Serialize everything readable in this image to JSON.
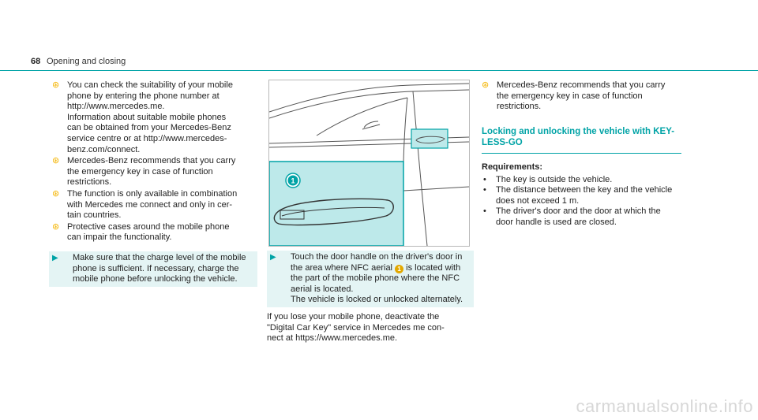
{
  "header": {
    "page_number": "68",
    "section": "Opening and closing"
  },
  "left_column": {
    "notes": [
      "You can check the suitability of your mobile\nphone by entering the phone number at\nhttp://www.mercedes.me.\nInformation about suitable mobile phones\ncan be obtained from your Mercedes-Benz\nservice centre or at http://www.mercedes-\nbenz.com/connect.",
      "Mercedes-Benz recommends that you carry\nthe emergency key in case of function\nrestrictions.",
      "The function is only available in combination\nwith Mercedes me connect and only in cer-\ntain countries.",
      "Protective cases around the mobile phone\ncan impair the functionality."
    ],
    "action": "Make sure that the charge level of the mobile\nphone is sufficient. If necessary, charge the\nmobile phone before unlocking the vehicle."
  },
  "figure": {
    "callout": "1",
    "colors": {
      "highlight": "#bde9ea",
      "frame": "#00a3a6",
      "line": "#555555"
    }
  },
  "middle_column": {
    "action_pre": "Touch the door handle on the driver's door in\nthe area where NFC aerial ",
    "callout": "1",
    "action_post": " is located with\nthe part of the mobile phone where the NFC\naerial is located.\nThe vehicle is locked or unlocked alternately.",
    "paragraph": "If you lose your mobile phone, deactivate the\n\"Digital Car Key\" service in Mercedes me con-\nnect at https://www.mercedes.me."
  },
  "right_column": {
    "note": "Mercedes-Benz recommends that you carry\nthe emergency key in case of function\nrestrictions.",
    "section_title": "Locking and unlocking the vehicle with KEY-\nLESS-GO",
    "requirements_title": "Requirements:",
    "requirements": [
      "The key is outside the vehicle.",
      "The distance between the key and the vehicle\ndoes not exceed 1 m.",
      "The driver's door and the door at which the\ndoor handle is used are closed."
    ]
  },
  "icons": {
    "note": "info-icon",
    "action": "arrow-right-icon",
    "bullet": "bullet-icon"
  },
  "watermark": "carmanualsonline.info"
}
